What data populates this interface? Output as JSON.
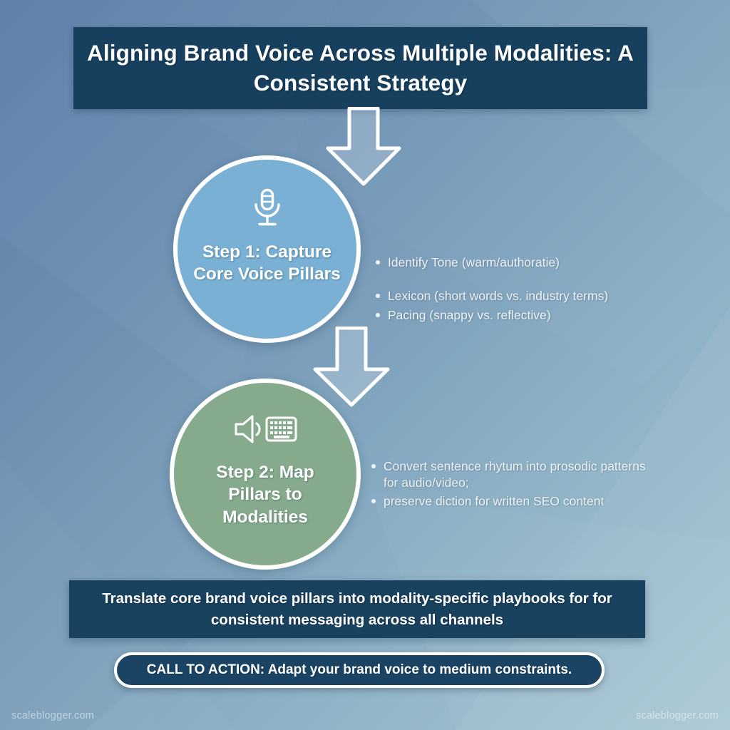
{
  "header": {
    "title": "Aligning Brand Voice Across Multiple Modalities: A Consistent Strategy"
  },
  "steps": [
    {
      "label": "Step 1: Capture Core Voice Pillars",
      "icon": "microphone-icon",
      "color": "#79b0d4",
      "bullets": [
        "Identify Tone (warm/authoratie)",
        "Lexicon (short words vs. industry terms)",
        "Pacing (snappy vs. reflective)"
      ]
    },
    {
      "label": "Step 2: Map Pillars to Modalities",
      "icon": "speaker-keyboard-icon",
      "color": "#86ab8c",
      "bullets": [
        "Convert sentence rhytum into prosodic patterns for audio/video;",
        "preserve diction for written SEO content"
      ]
    }
  ],
  "banner": {
    "text": "Translate core brand voice pillars into modality-specific playbooks for for consistent messaging across all channels"
  },
  "cta": {
    "text": "CALL TO ACTION: Adapt your brand voice to medium constraints."
  },
  "watermark": {
    "left": "scaleblogger.com",
    "right": "scaleblogger.com"
  },
  "colors": {
    "navy": "#17405f",
    "circle_one": "#79b0d4",
    "circle_two": "#86ab8c",
    "outline": "#ffffff",
    "background_top_left": "#5a7ba6",
    "background_bottom_right": "#a8c7d3"
  }
}
